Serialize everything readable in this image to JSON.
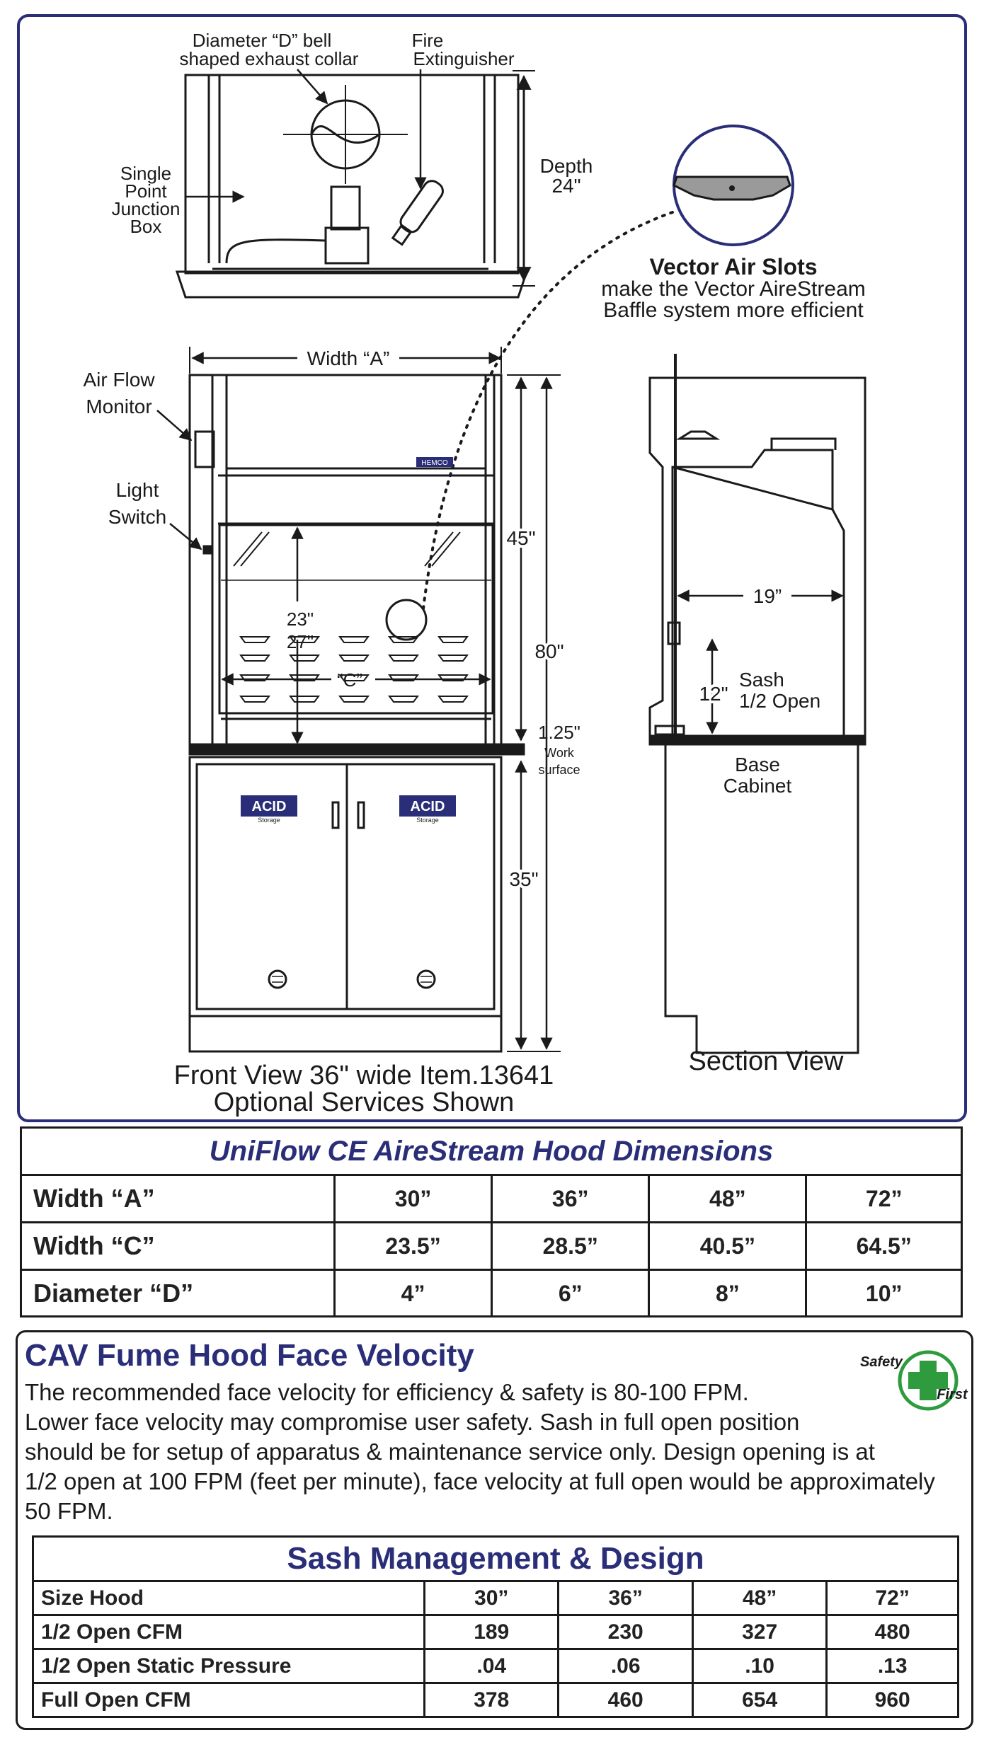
{
  "colors": {
    "navy": "#2a2e78",
    "green": "#2e9b3e",
    "line": "#1a1a1a"
  },
  "drawing": {
    "top_view": {
      "collar_label_line1": "Diameter “D” bell",
      "collar_label_line2": "shaped exhaust collar",
      "extinguisher_line1": "Fire",
      "extinguisher_line2": "Extinguisher",
      "junction_line1": "Single",
      "junction_line2": "Point",
      "junction_line3": "Junction",
      "junction_line4": "Box",
      "depth_label": "Depth",
      "depth_value": "24\""
    },
    "vector_slots": {
      "title": "Vector Air Slots",
      "line1": "make the Vector AireStream",
      "line2": "Baffle system more efficient"
    },
    "front_view": {
      "width_a": "Width “A”",
      "air_flow_line1": "Air Flow",
      "air_flow_line2": "Monitor",
      "light_line1": "Light",
      "light_line2": "Switch",
      "dim_45": "45\"",
      "dim_80": "80\"",
      "dim_23": "23\"",
      "dim_27": "27\"",
      "dim_c": "“C”",
      "dim_125": "1.25\"",
      "work_line1": "Work",
      "work_line2": "surface",
      "dim_35": "35\"",
      "acid_label": "ACID",
      "storage_label": "Storage",
      "brand": "HEMCO",
      "caption_line1": "Front View 36\" wide Item.13641",
      "caption_line2": "Optional Services Shown"
    },
    "section_view": {
      "dim_19": "19”",
      "dim_12": "12\"",
      "sash_line1": "Sash",
      "sash_line2": "1/2 Open",
      "base_line1": "Base",
      "base_line2": "Cabinet",
      "caption": "Section View"
    }
  },
  "dimensions_table": {
    "title": "UniFlow CE AireStream Hood Dimensions",
    "rows": [
      {
        "label": "Width “A”",
        "values": [
          "30”",
          "36”",
          "48”",
          "72”"
        ]
      },
      {
        "label": "Width “C”",
        "values": [
          "23.5”",
          "28.5”",
          "40.5”",
          "64.5”"
        ]
      },
      {
        "label": "Diameter “D”",
        "values": [
          "4”",
          "6”",
          "8”",
          "10”"
        ]
      }
    ]
  },
  "face_velocity": {
    "title": "CAV Fume Hood Face Velocity",
    "line1": "The recommended face velocity for efficiency & safety is 80-100 FPM.",
    "line2": "Lower face velocity may compromise user safety. Sash in full open position",
    "line3": "should be for setup of apparatus & maintenance service only. Design opening is at",
    "line4": "1/2 open at 100 FPM (feet per minute), face velocity at full open would be approximately",
    "line5": "50 FPM.",
    "badge_top": "Safety",
    "badge_bottom": "First"
  },
  "sash_table": {
    "title": "Sash Management & Design",
    "rows": [
      {
        "label": "Size Hood",
        "values": [
          "30”",
          "36”",
          "48”",
          "72”"
        ]
      },
      {
        "label": "1/2 Open CFM",
        "values": [
          "189",
          "230",
          "327",
          "480"
        ]
      },
      {
        "label": "1/2 Open Static Pressure",
        "values": [
          ".04",
          ".06",
          ".10",
          ".13"
        ]
      },
      {
        "label": "Full Open CFM",
        "values": [
          "378",
          "460",
          "654",
          "960"
        ]
      }
    ]
  }
}
